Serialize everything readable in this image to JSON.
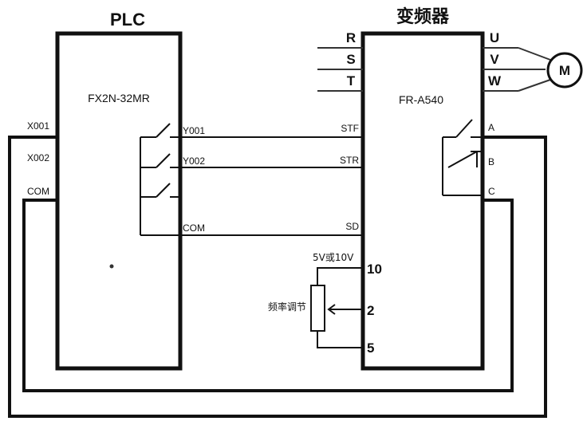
{
  "plc": {
    "title": "PLC",
    "model": "FX2N-32MR",
    "inputs": {
      "x1": "X001",
      "x2": "X002",
      "com": "COM"
    },
    "outputs": {
      "y1": "Y001",
      "y2": "Y002",
      "com": "COM"
    }
  },
  "inverter": {
    "title": "变频器",
    "model": "FR-A540",
    "power": {
      "r": "R",
      "s": "S",
      "t": "T"
    },
    "motor_out": {
      "u": "U",
      "v": "V",
      "w": "W"
    },
    "control": {
      "stf": "STF",
      "str": "STR",
      "sd": "SD"
    },
    "alarm": {
      "a": "A",
      "b": "B",
      "c": "C"
    },
    "analog": {
      "p10": "10",
      "p2": "2",
      "p5": "5"
    },
    "voltage_note": "5V或10V"
  },
  "motor": {
    "label": "M"
  },
  "potentiometer": {
    "label": "频率调节"
  }
}
